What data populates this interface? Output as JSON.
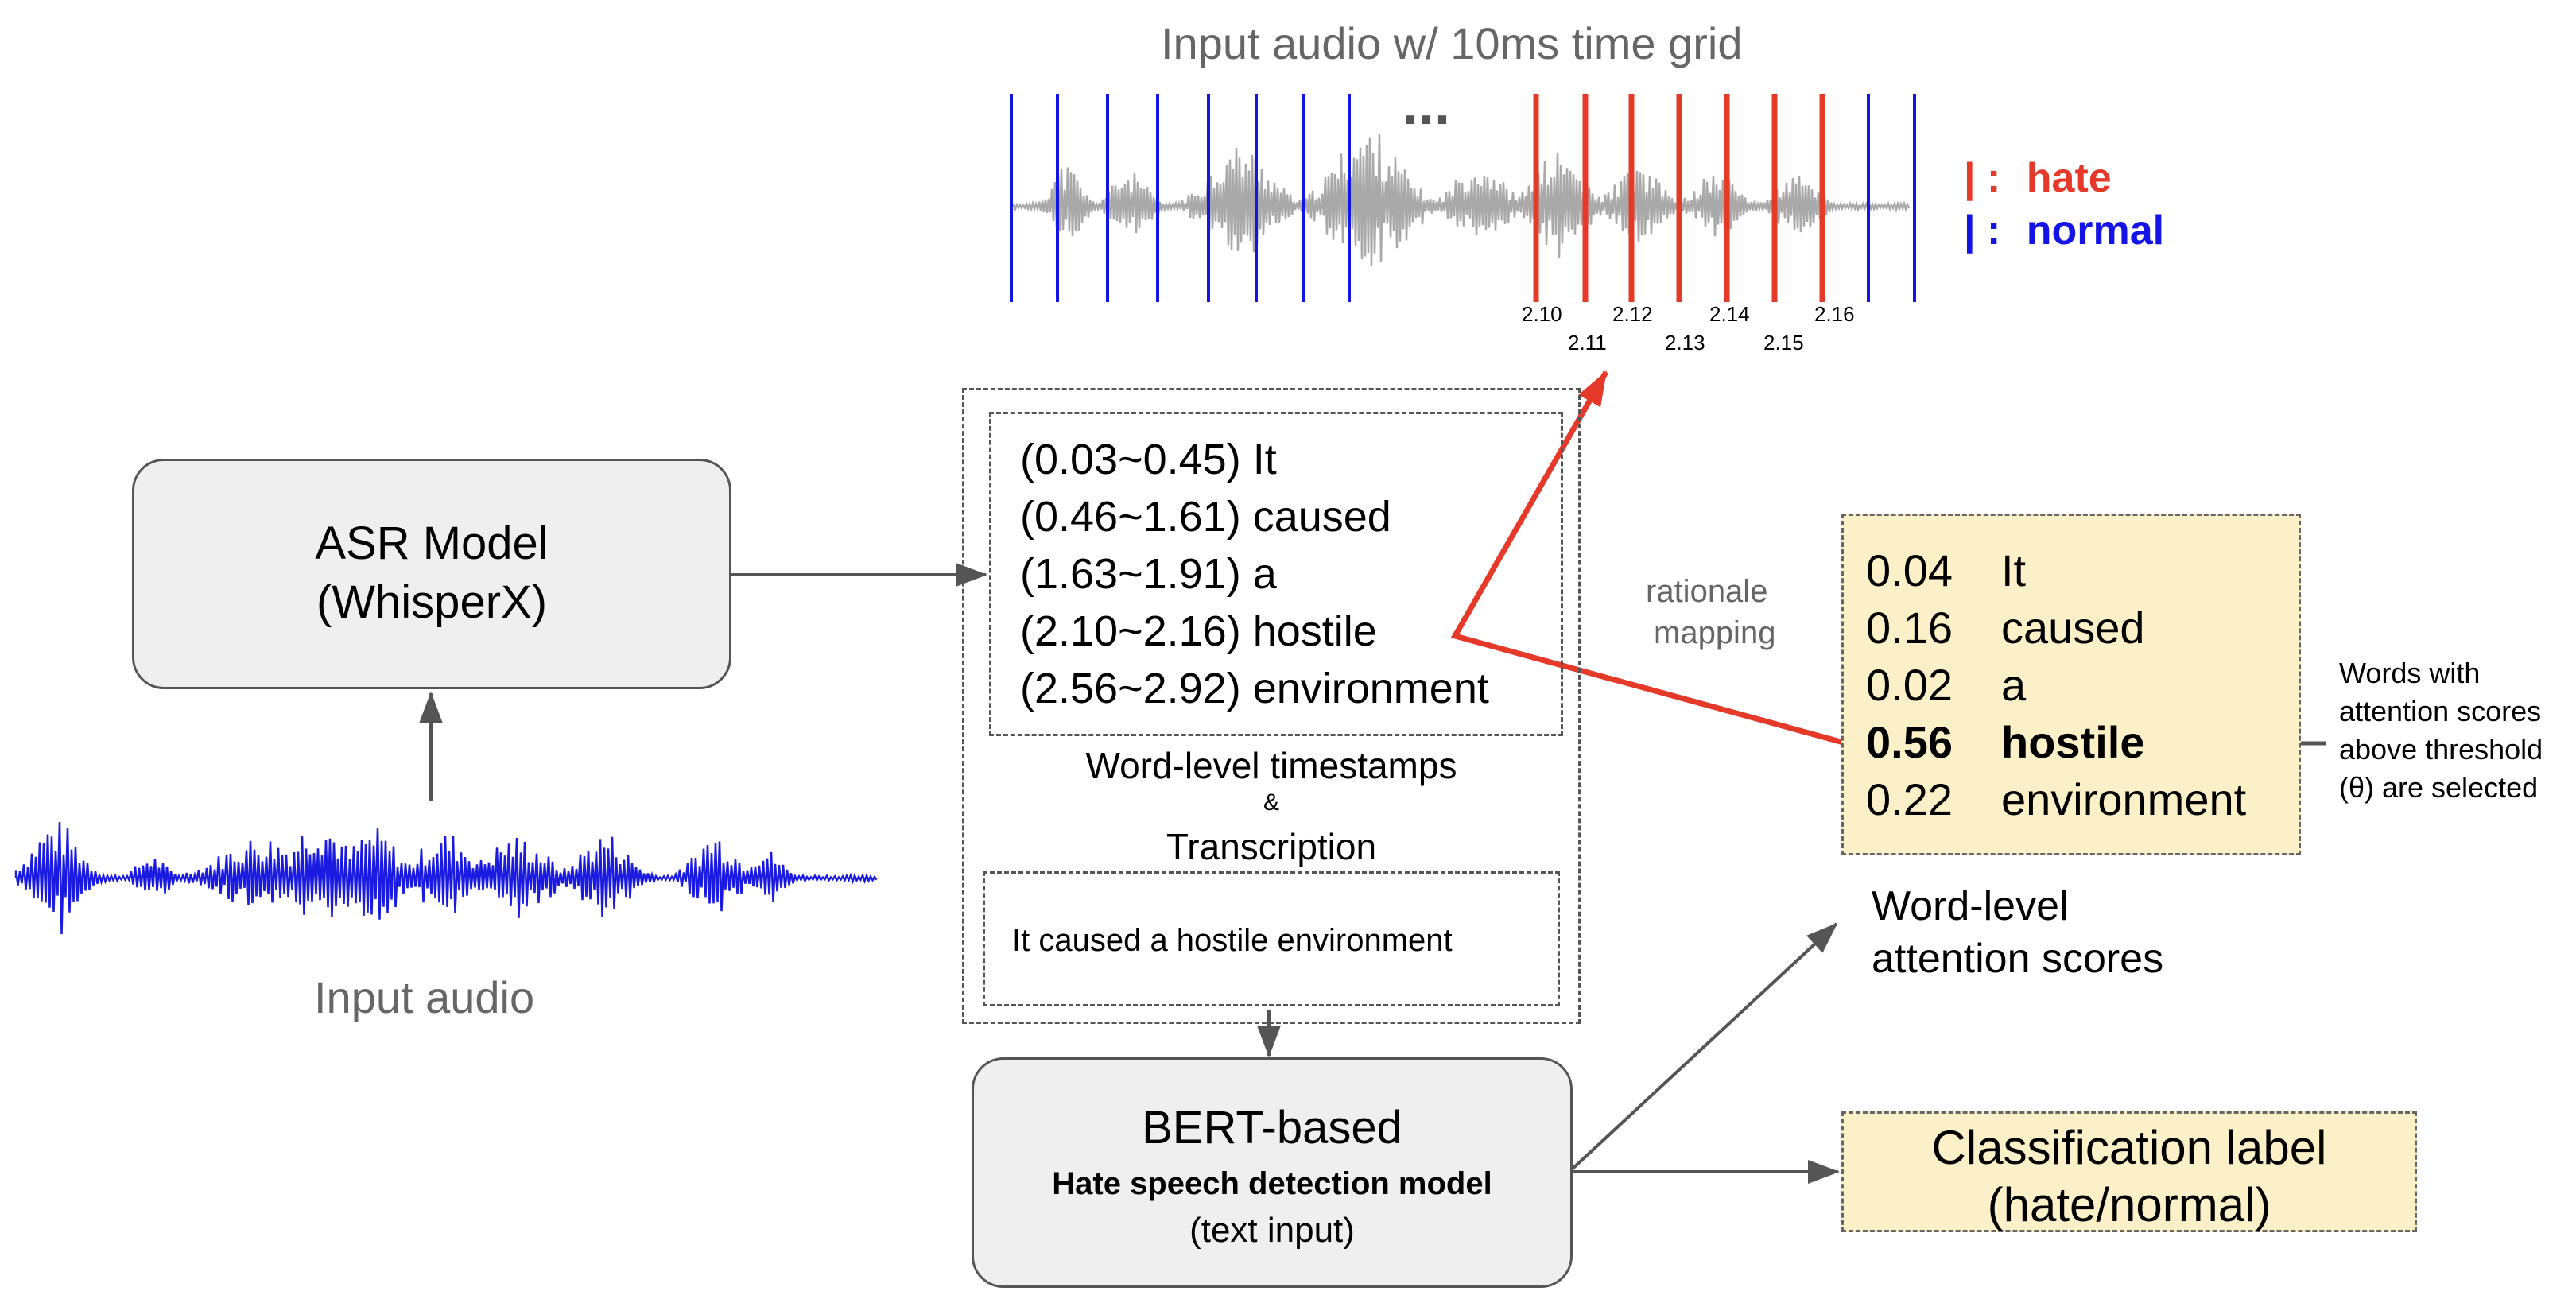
{
  "colors": {
    "hate": "#e53a2a",
    "normal": "#1414e6",
    "waveform_input": "#1a1ae0",
    "waveform_grid": "#a9a9a9",
    "box_fill": "#efefef",
    "highlight_fill": "#fcf0c8",
    "edge": "#555555"
  },
  "input_audio": {
    "label": "Input audio"
  },
  "asr": {
    "line1": "ASR Model",
    "line2": "(WhisperX)"
  },
  "timeline": {
    "title": "Input audio w/ 10ms time grid",
    "ellipsis": "...",
    "labels_upper": [
      "2.10",
      "2.12",
      "2.14",
      "2.16"
    ],
    "labels_lower": [
      "2.11",
      "2.13",
      "2.15"
    ]
  },
  "legend": {
    "hate": {
      "mark": "| :",
      "label": "hate"
    },
    "normal": {
      "mark": "| :",
      "label": "normal"
    }
  },
  "timestamps": {
    "lines": [
      "(0.03~0.45) It",
      "(0.46~1.61) caused",
      "(1.63~1.91) a",
      "(2.10~2.16) hostile",
      "(2.56~2.92) environment"
    ],
    "caption_line1": "Word-level timestamps",
    "caption_amp": "&",
    "caption_line2": "Transcription"
  },
  "transcription": {
    "text": "It caused a hostile environment"
  },
  "rationale": {
    "line1": "rationale",
    "line2": "mapping"
  },
  "scores": {
    "rows": [
      {
        "value": "0.04",
        "word": "It",
        "selected": false
      },
      {
        "value": "0.16",
        "word": "caused",
        "selected": false
      },
      {
        "value": "0.02",
        "word": "a",
        "selected": false
      },
      {
        "value": "0.56",
        "word": "hostile",
        "selected": true
      },
      {
        "value": "0.22",
        "word": "environment",
        "selected": false
      }
    ]
  },
  "selection_note": {
    "line1": "Words with",
    "line2": "attention scores",
    "line3": "above threshold",
    "line4": "(θ) are selected"
  },
  "bert": {
    "line1": "BERT-based",
    "line2": "Hate speech detection model",
    "line3": "(text input)"
  },
  "attention_output": {
    "line1": "Word-level",
    "line2": "attention scores"
  },
  "classification": {
    "line1": "Classification label",
    "line2": "(hate/normal)"
  }
}
